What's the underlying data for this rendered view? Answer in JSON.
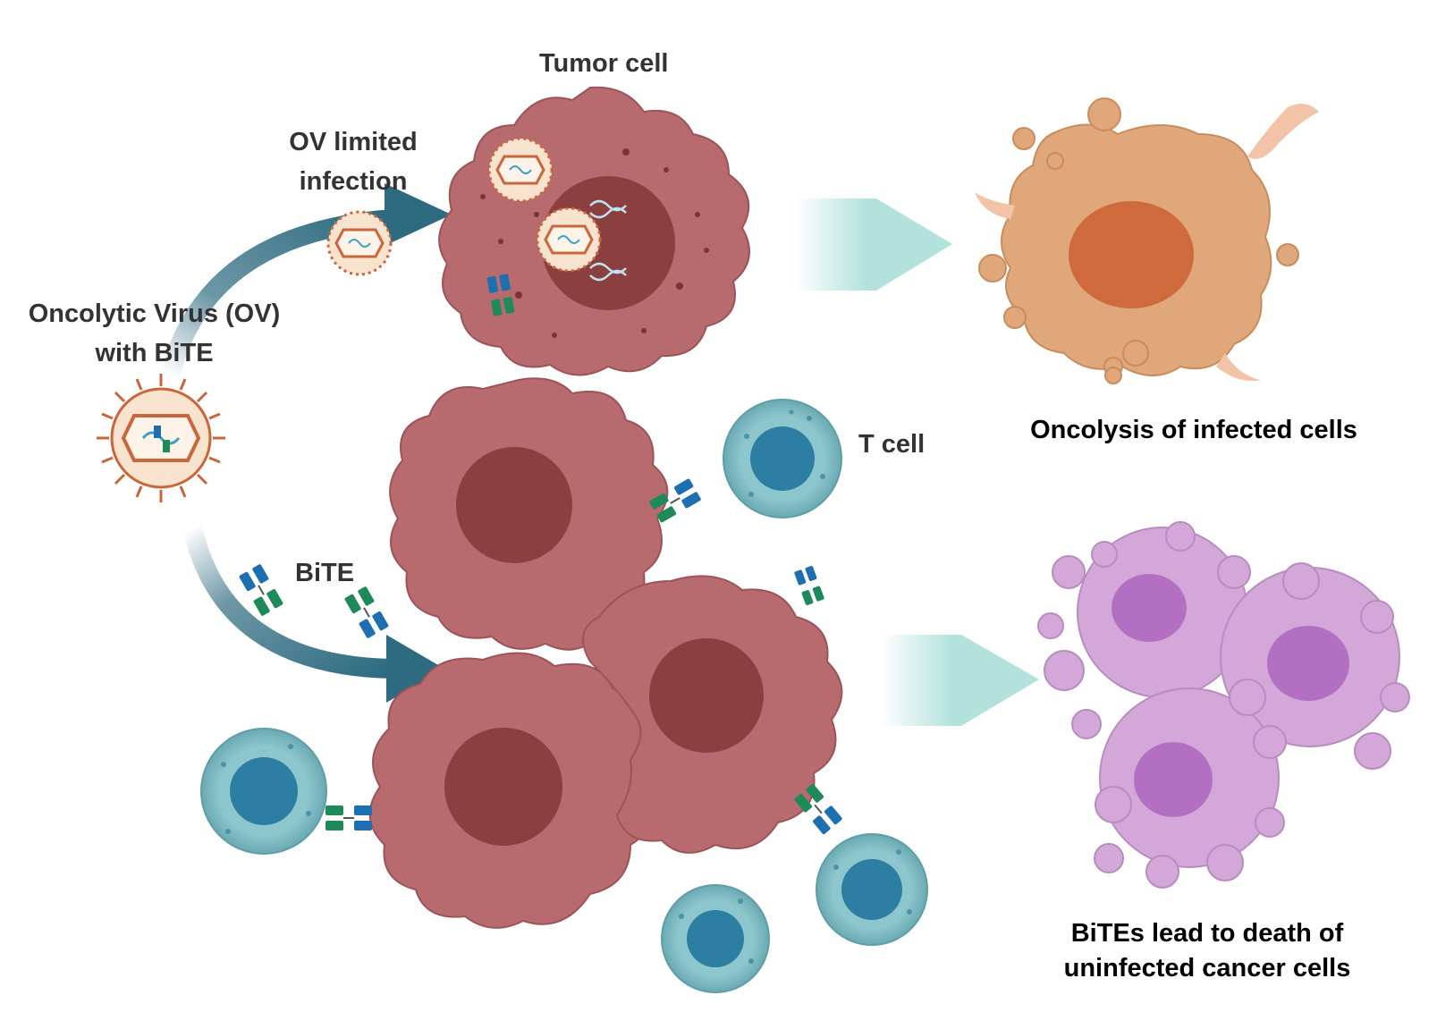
{
  "labels": {
    "tumor_cell": "Tumor cell",
    "ov_limited_line1": "OV limited",
    "ov_limited_line2": "infection",
    "oncolytic_line1": "Oncolytic Virus (OV)",
    "oncolytic_line2": "with BiTE",
    "bite": "BiTE",
    "t_cell": "T cell",
    "oncolysis": "Oncolysis of infected cells",
    "bites_line1": "BiTEs lead to death of",
    "bites_line2": "uninfected cancer cells"
  },
  "colors": {
    "tumor_cell": "#b86b6e",
    "tumor_nucleus": "#8b3f3f",
    "t_cell": "#7fbcc4",
    "t_cell_nucleus": "#2c7fa3",
    "arrow": "#2e6b80",
    "process_arrow": "#b3e2dc",
    "lysed_cell": "#e0a77a",
    "lysed_nucleus": "#cf6a3c",
    "dying_cell": "#d3a8d9",
    "dying_nucleus": "#b370c2",
    "virus": "#c9673a",
    "bite_blue": "#1e6fb0",
    "bite_green": "#1e8a5a"
  }
}
